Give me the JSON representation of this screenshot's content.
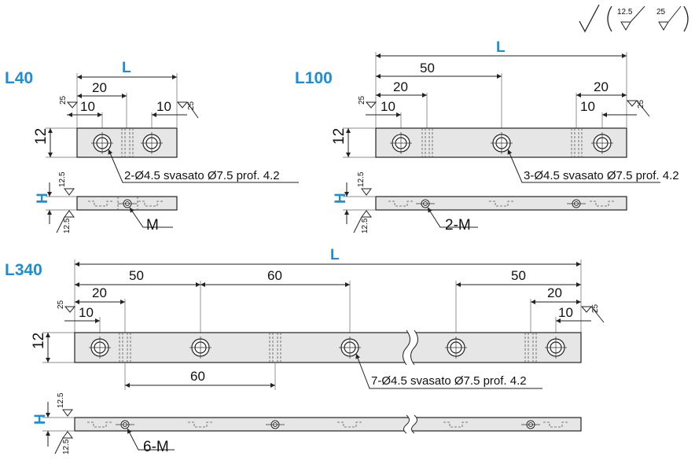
{
  "colors": {
    "accent": "#1a8fd8",
    "bar_fill": "#e6e6e6",
    "line": "#222222"
  },
  "roughness": {
    "general": "12.5",
    "alt": "25",
    "general_symbol": "check-roughness-icon"
  },
  "l40": {
    "title": "L40",
    "dim_L": "L",
    "dim_20": "20",
    "dim_10_left": "10",
    "dim_10_right": "10",
    "height": "12",
    "rough_left": "25",
    "rough_right": "25",
    "hole_note": "2-Ø4.5 svasato Ø7.5 prof. 4.2",
    "thread_note": "M",
    "side_label": "H",
    "side_rough_top": "12.5",
    "side_rough_bottom": "12.5"
  },
  "l100": {
    "title": "L100",
    "dim_L": "L",
    "dim_50": "50",
    "dim_20_left": "20",
    "dim_10_left": "10",
    "dim_20_right": "20",
    "dim_10_right": "10",
    "height": "12",
    "rough_left": "25",
    "rough_right": "25",
    "hole_note": "3-Ø4.5 svasato Ø7.5 prof. 4.2",
    "thread_note": "2-M",
    "side_label": "H",
    "side_rough_top": "12.5",
    "side_rough_bottom": "12.5"
  },
  "l340": {
    "title": "L340",
    "dim_L": "L",
    "dim_50_left": "50",
    "dim_60_top": "60",
    "dim_50_right": "50",
    "dim_20_left": "20",
    "dim_10_left": "10",
    "dim_20_right": "20",
    "dim_10_right": "10",
    "dim_60_bottom": "60",
    "height": "12",
    "rough_left": "25",
    "rough_right": "25",
    "hole_note": "7-Ø4.5 svasato Ø7.5 prof. 4.2",
    "thread_note": "6-M",
    "side_label": "H",
    "side_rough_top": "12.5",
    "side_rough_bottom": "12.5"
  }
}
